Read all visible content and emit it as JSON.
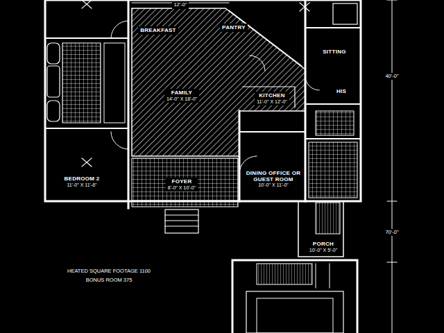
{
  "diagram": {
    "nodes": [
      {
        "text": [
          "BREAKFAST"
        ]
      },
      {
        "text": [
          "PANTRY"
        ]
      },
      {
        "text": [
          "SITTING"
        ]
      },
      {
        "text": [
          "HIS"
        ]
      },
      {
        "text": [
          "FAMILY",
          "14'-0\" X 18'-0\""
        ]
      },
      {
        "text": [
          "KITCHEN",
          "11'-0\" X 12'-0\""
        ]
      },
      {
        "text": [
          "BEDROOM 2",
          "11'-0\" X 11'-6\""
        ]
      },
      {
        "text": [
          "FOYER",
          "8'-0\" X 10'-0\""
        ]
      },
      {
        "text": [
          "DINING OFFICE OR GUEST ROOM",
          "10'-0\" X 11'-0\""
        ]
      },
      {
        "text": [
          "PORCH",
          "10'-0\" X 5'-0\""
        ]
      }
    ],
    "labels": [
      "12'-0\"",
      "40'-0\"",
      "70'-0\"",
      "HEATED SQUARE FOOTAGE 1100",
      "BONUS ROOM 375"
    ]
  }
}
